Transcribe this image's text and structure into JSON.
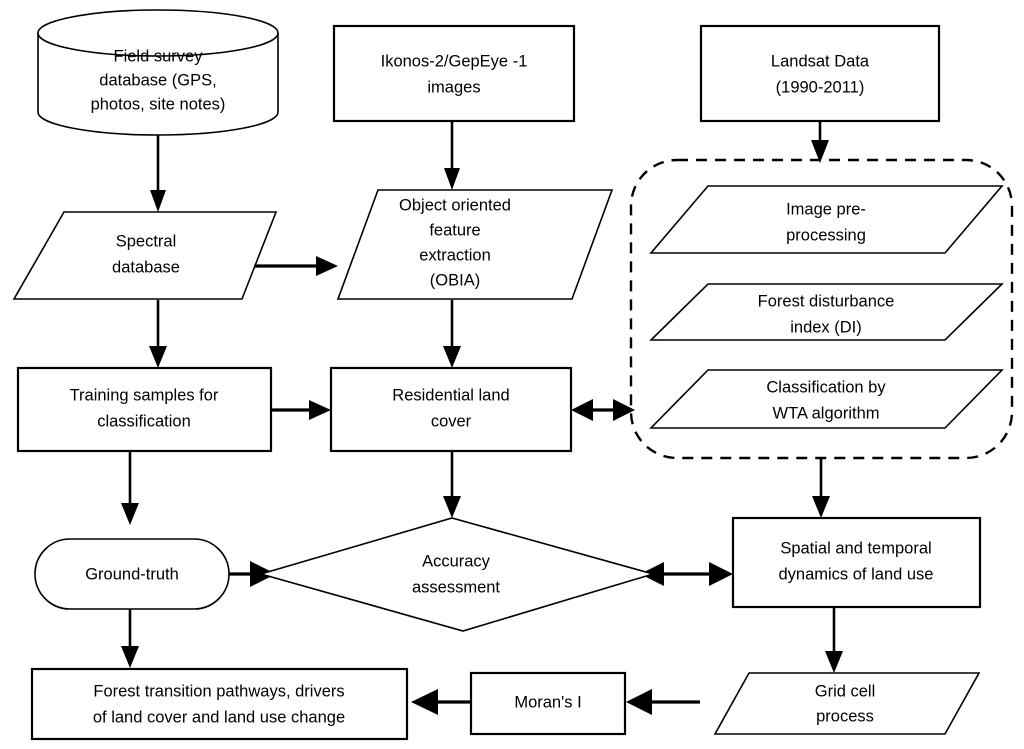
{
  "diagram": {
    "title": "Forest / land-use change methodology flowchart",
    "background_color": "#ffffff",
    "stroke_color": "#000000"
  },
  "nodes": {
    "field_survey_database": {
      "shape": "cylinder",
      "lines": [
        "Field survey",
        "database (GPS,",
        "photos, site notes)"
      ]
    },
    "ikonos_images": {
      "shape": "rectangle",
      "lines": [
        "Ikonos-2/GepEye -1",
        "images"
      ]
    },
    "landsat_data": {
      "shape": "rectangle",
      "lines": [
        "Landsat Data",
        "(1990-2011)"
      ]
    },
    "spectral_database": {
      "shape": "parallelogram",
      "lines": [
        "Spectral",
        "database"
      ]
    },
    "obia": {
      "shape": "parallelogram",
      "lines": [
        "Object oriented",
        "feature",
        "extraction",
        "(OBIA)"
      ]
    },
    "image_preprocessing": {
      "shape": "parallelogram",
      "lines": [
        "Image pre-",
        "processing"
      ]
    },
    "forest_disturbance_index": {
      "shape": "parallelogram",
      "lines": [
        "Forest disturbance",
        "index (DI)"
      ]
    },
    "classification_wta": {
      "shape": "parallelogram",
      "lines": [
        "Classification by",
        "WTA algorithm"
      ]
    },
    "training_samples": {
      "shape": "rectangle",
      "lines": [
        "Training samples for",
        "classification"
      ]
    },
    "residential_land_cover": {
      "shape": "rectangle",
      "lines": [
        "Residential land",
        "cover"
      ]
    },
    "ground_truth": {
      "shape": "stadium",
      "lines": [
        "Ground-truth"
      ]
    },
    "accuracy_assessment": {
      "shape": "diamond",
      "lines": [
        "Accuracy",
        "assessment"
      ]
    },
    "spatial_temporal_dynamics": {
      "shape": "rectangle",
      "lines": [
        "Spatial and temporal",
        "dynamics of land use"
      ]
    },
    "forest_transition_pathways": {
      "shape": "rectangle",
      "lines": [
        "Forest transition pathways, drivers",
        "of land cover and land use change"
      ]
    },
    "morans_i": {
      "shape": "rectangle",
      "lines": [
        "Moran's I"
      ]
    },
    "grid_cell_process": {
      "shape": "parallelogram",
      "lines": [
        "Grid cell",
        "process"
      ]
    }
  },
  "groups": {
    "landsat_processing_group": {
      "shape": "dashed-rounded-rectangle",
      "label": ""
    }
  },
  "connectors": [
    {
      "name": "field-survey-to-spectral-database",
      "style": "single-arrow",
      "direction": "down"
    },
    {
      "name": "ikonos-to-obia",
      "style": "single-arrow",
      "direction": "down"
    },
    {
      "name": "landsat-to-processing-group",
      "style": "single-arrow",
      "direction": "down"
    },
    {
      "name": "spectral-database-to-obia",
      "style": "double-arrow",
      "direction": "horizontal"
    },
    {
      "name": "spectral-database-to-training-samples",
      "style": "single-arrow",
      "direction": "down"
    },
    {
      "name": "obia-to-residential-land-cover",
      "style": "single-arrow",
      "direction": "down"
    },
    {
      "name": "training-samples-to-residential-land-cover",
      "style": "single-arrow",
      "direction": "right"
    },
    {
      "name": "residential-land-cover-to-processing-group",
      "style": "double-arrow",
      "direction": "horizontal"
    },
    {
      "name": "training-samples-to-ground-truth",
      "style": "single-arrow",
      "direction": "down"
    },
    {
      "name": "residential-land-cover-to-accuracy-assessment",
      "style": "single-arrow",
      "direction": "down"
    },
    {
      "name": "processing-group-to-spatial-temporal-dynamics",
      "style": "single-arrow",
      "direction": "down"
    },
    {
      "name": "ground-truth-to-accuracy-assessment",
      "style": "single-arrow",
      "direction": "right"
    },
    {
      "name": "accuracy-assessment-to-spatial-temporal-dynamics",
      "style": "double-arrow",
      "direction": "horizontal"
    },
    {
      "name": "ground-truth-to-forest-transition-pathways",
      "style": "single-arrow",
      "direction": "down"
    },
    {
      "name": "spatial-temporal-dynamics-to-grid-cell-process",
      "style": "single-arrow",
      "direction": "down"
    },
    {
      "name": "grid-cell-process-to-morans-i",
      "style": "single-arrow",
      "direction": "left"
    },
    {
      "name": "morans-i-to-forest-transition-pathways",
      "style": "single-arrow",
      "direction": "left"
    }
  ]
}
